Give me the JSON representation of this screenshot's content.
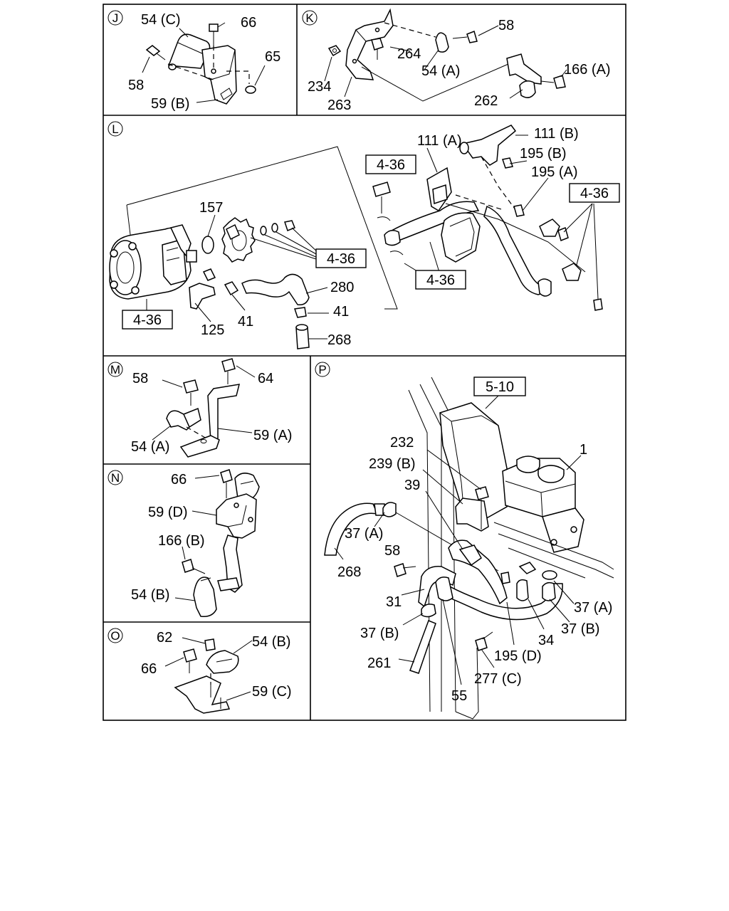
{
  "sections": {
    "J": {
      "letter": "J",
      "labels": [
        "54 (C)",
        "66",
        "65",
        "58",
        "59 (B)"
      ]
    },
    "K": {
      "letter": "K",
      "labels": [
        "58",
        "264",
        "54 (A)",
        "166 (A)",
        "234",
        "263",
        "262"
      ]
    },
    "L": {
      "letter": "L",
      "labels": [
        "111 (A)",
        "111 (B)",
        "195 (B)",
        "195 (A)",
        "157",
        "280",
        "41",
        "41",
        "268",
        "125"
      ],
      "refs": [
        "4-36",
        "4-36",
        "4-36",
        "4-36",
        "4-36"
      ]
    },
    "M": {
      "letter": "M",
      "labels": [
        "58",
        "64",
        "59 (A)",
        "54 (A)"
      ]
    },
    "N": {
      "letter": "N",
      "labels": [
        "66",
        "59 (D)",
        "166 (B)",
        "54 (B)"
      ]
    },
    "O": {
      "letter": "O",
      "labels": [
        "62",
        "54 (B)",
        "66",
        "59 (C)"
      ]
    },
    "P": {
      "letter": "P",
      "labels": [
        "232",
        "1",
        "239 (B)",
        "39",
        "37 (A)",
        "58",
        "268",
        "31",
        "37 (B)",
        "261",
        "55",
        "277 (C)",
        "195 (D)",
        "34",
        "37 (B)",
        "37 (A)"
      ],
      "refs": [
        "5-10"
      ]
    }
  },
  "colors": {
    "ink": "#000000",
    "paper": "#ffffff"
  }
}
